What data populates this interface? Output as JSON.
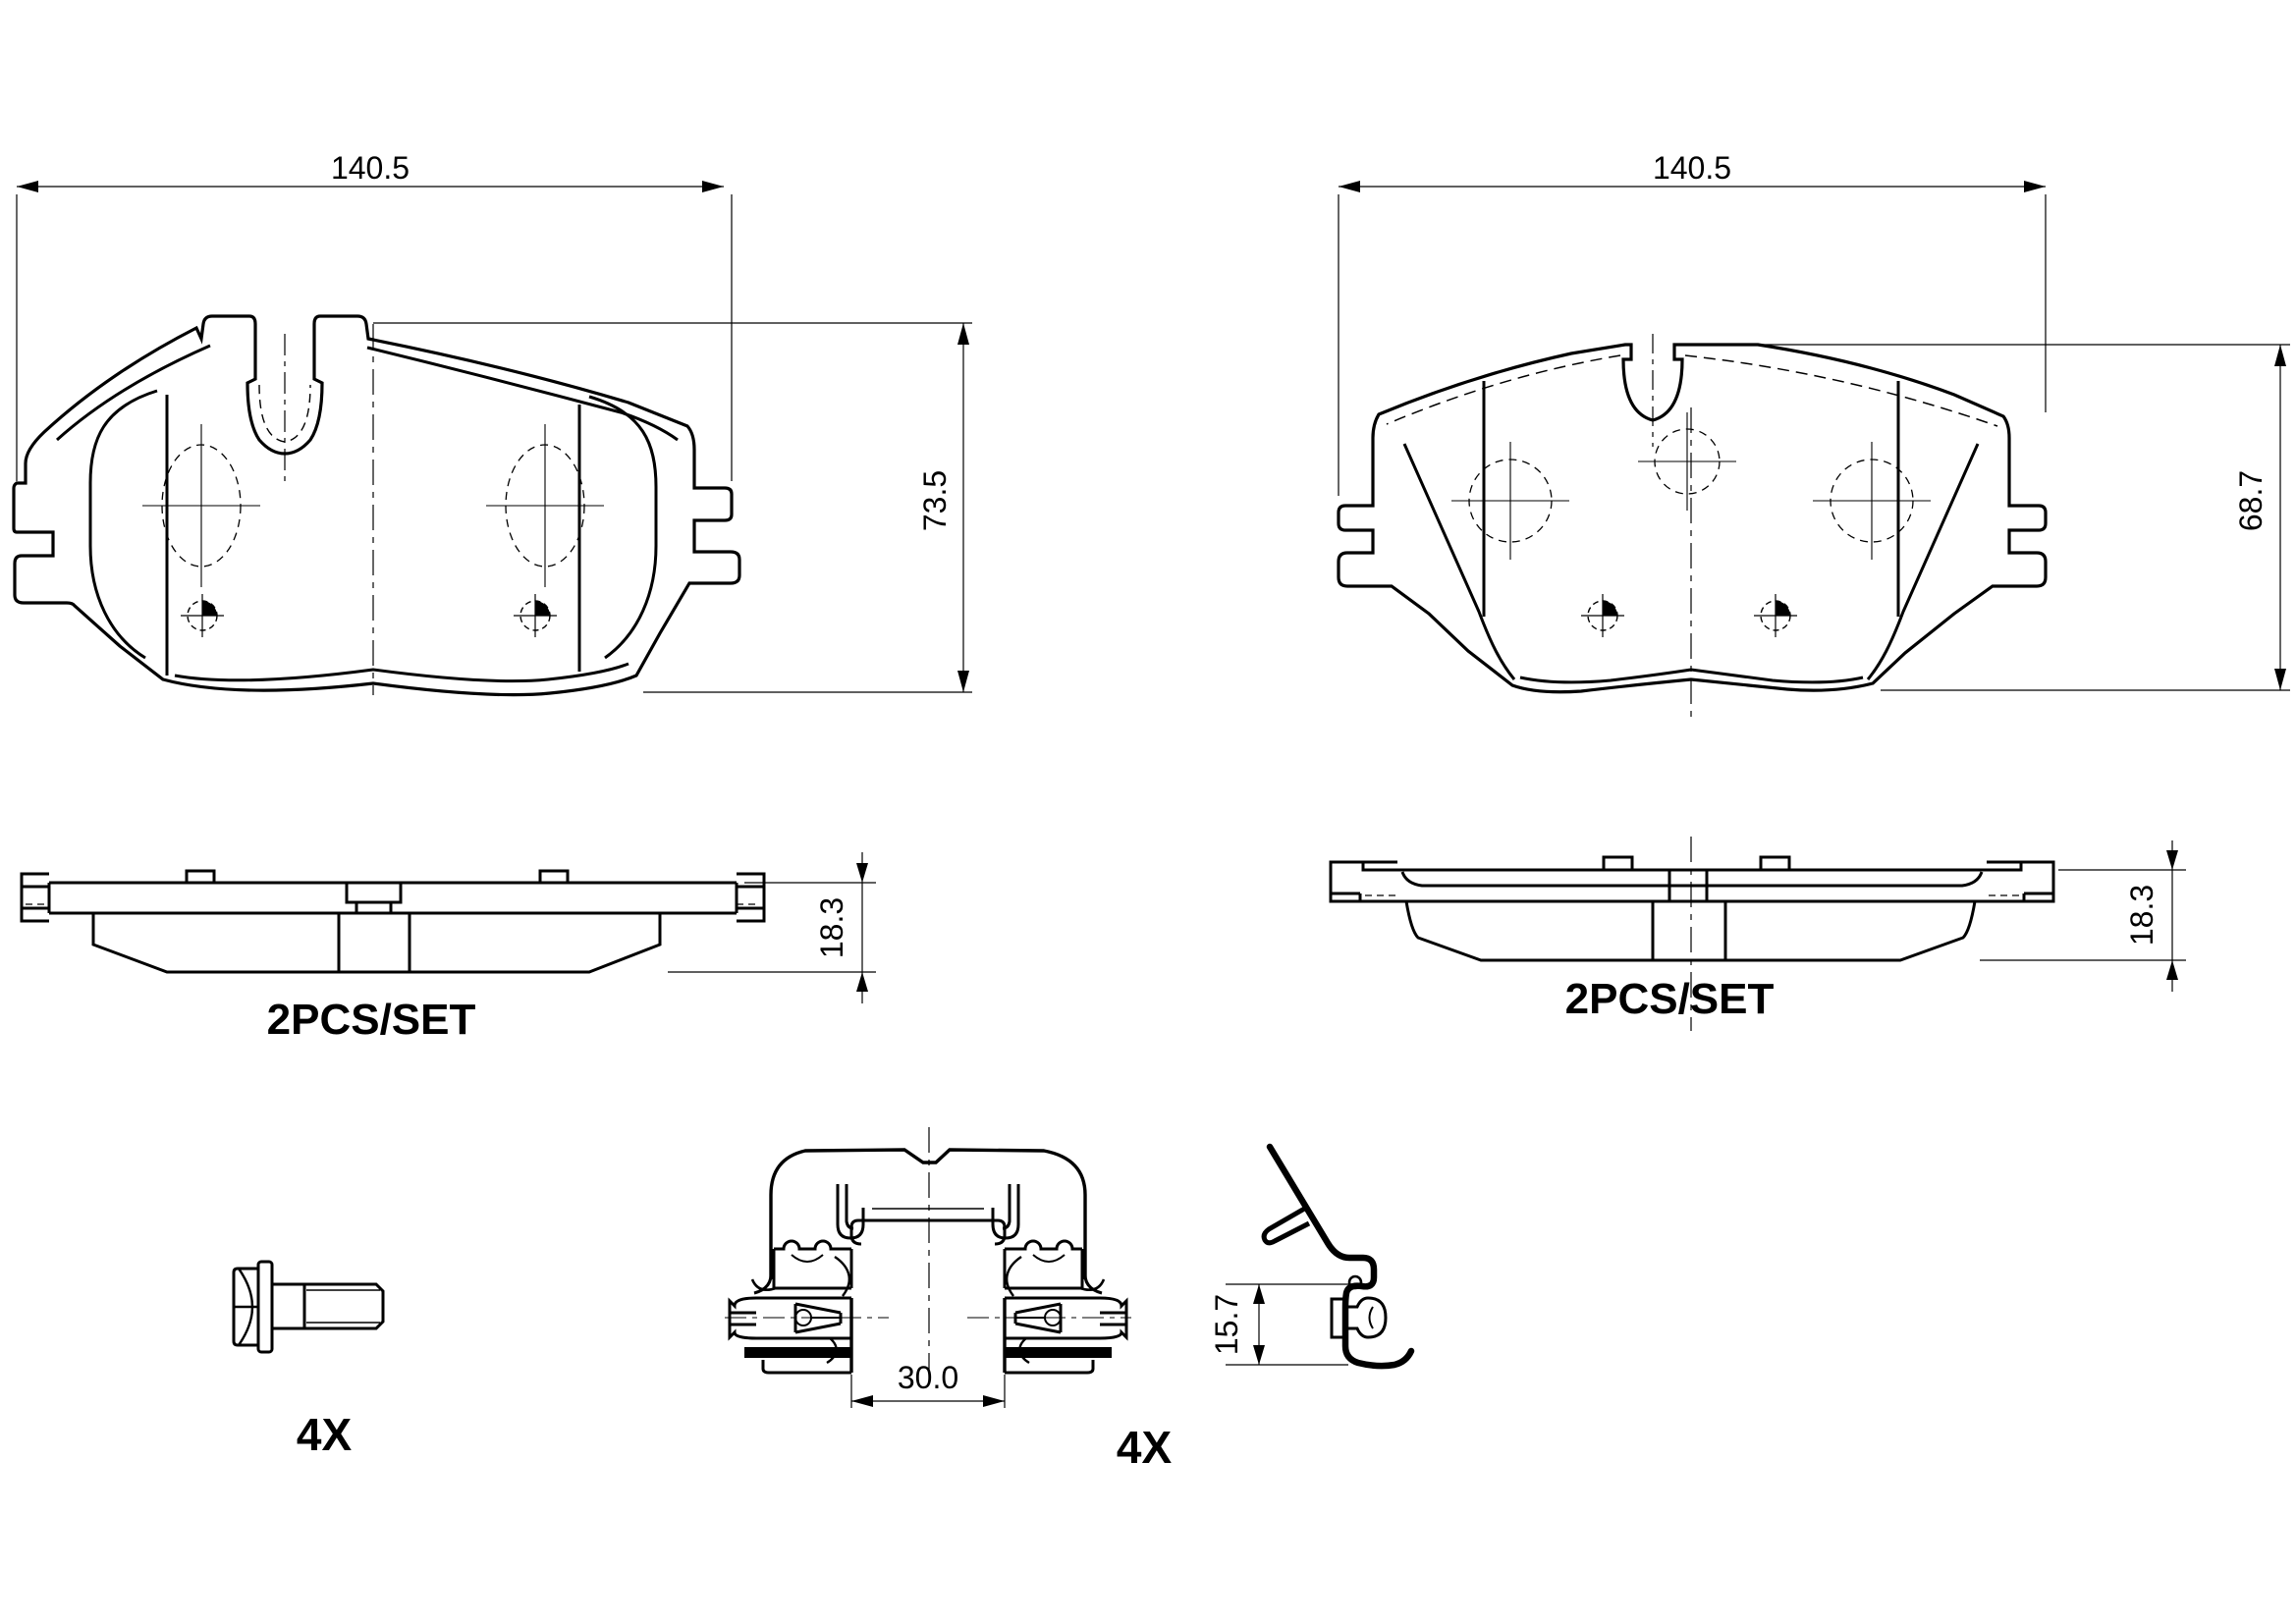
{
  "page": {
    "background": "#ffffff",
    "line_color": "#000000",
    "type_note": "brake pad set technical drawing"
  },
  "views": {
    "front_left": {
      "width": "140.5",
      "height": "73.5"
    },
    "front_right": {
      "width": "140.5",
      "height": "68.7"
    },
    "side_left": {
      "thickness": "18.3",
      "label": "2PCS/SET"
    },
    "side_right": {
      "thickness": "18.3",
      "label": "2PCS/SET"
    },
    "bolt": {
      "qty": "4X"
    },
    "clip": {
      "width": "30.0",
      "qty": "4X"
    },
    "spring": {
      "height": "15.7"
    }
  }
}
